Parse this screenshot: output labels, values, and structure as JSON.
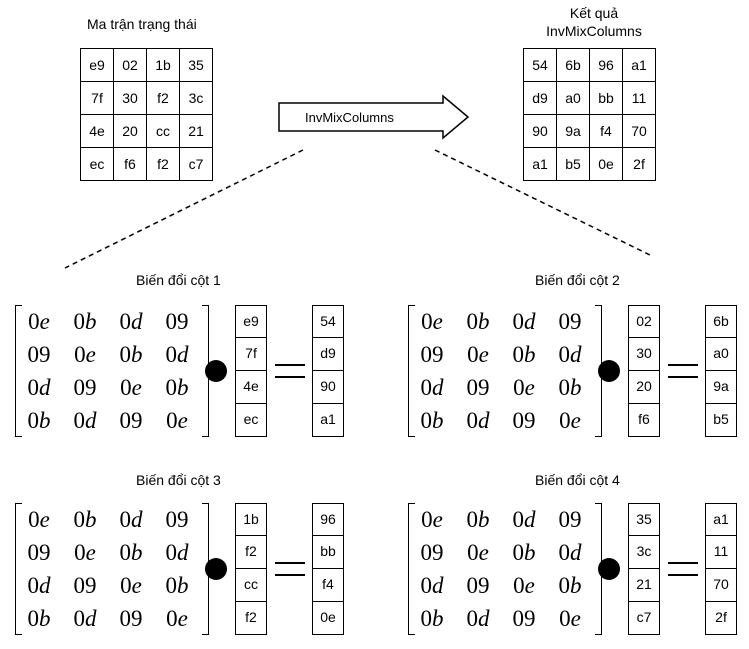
{
  "state_title": "Ma trận trạng thái",
  "result_title_1": "Kết quả",
  "result_title_2": "InvMixColumns",
  "arrow_label": "InvMixColumns",
  "state": [
    [
      "e9",
      "02",
      "1b",
      "35"
    ],
    [
      "7f",
      "30",
      "f2",
      "3c"
    ],
    [
      "4e",
      "20",
      "cc",
      "21"
    ],
    [
      "ec",
      "f6",
      "f2",
      "c7"
    ]
  ],
  "result": [
    [
      "54",
      "6b",
      "96",
      "a1"
    ],
    [
      "d9",
      "a0",
      "bb",
      "11"
    ],
    [
      "90",
      "9a",
      "f4",
      "70"
    ],
    [
      "a1",
      "b5",
      "0e",
      "2f"
    ]
  ],
  "matrix": [
    [
      "0e",
      "0b",
      "0d",
      "09"
    ],
    [
      "09",
      "0e",
      "0b",
      "0d"
    ],
    [
      "0d",
      "09",
      "0e",
      "0b"
    ],
    [
      "0b",
      "0d",
      "09",
      "0e"
    ]
  ],
  "steps": [
    {
      "title": "Biến đổi cột 1",
      "input": [
        "e9",
        "7f",
        "4e",
        "ec"
      ],
      "output": [
        "54",
        "d9",
        "90",
        "a1"
      ]
    },
    {
      "title": "Biến đổi cột 2",
      "input": [
        "02",
        "30",
        "20",
        "f6"
      ],
      "output": [
        "6b",
        "a0",
        "9a",
        "b5"
      ]
    },
    {
      "title": "Biến đổi cột 3",
      "input": [
        "1b",
        "f2",
        "cc",
        "f2"
      ],
      "output": [
        "96",
        "bb",
        "f4",
        "0e"
      ]
    },
    {
      "title": "Biến đổi cột 4",
      "input": [
        "35",
        "3c",
        "21",
        "c7"
      ],
      "output": [
        "a1",
        "11",
        "70",
        "2f"
      ]
    }
  ]
}
